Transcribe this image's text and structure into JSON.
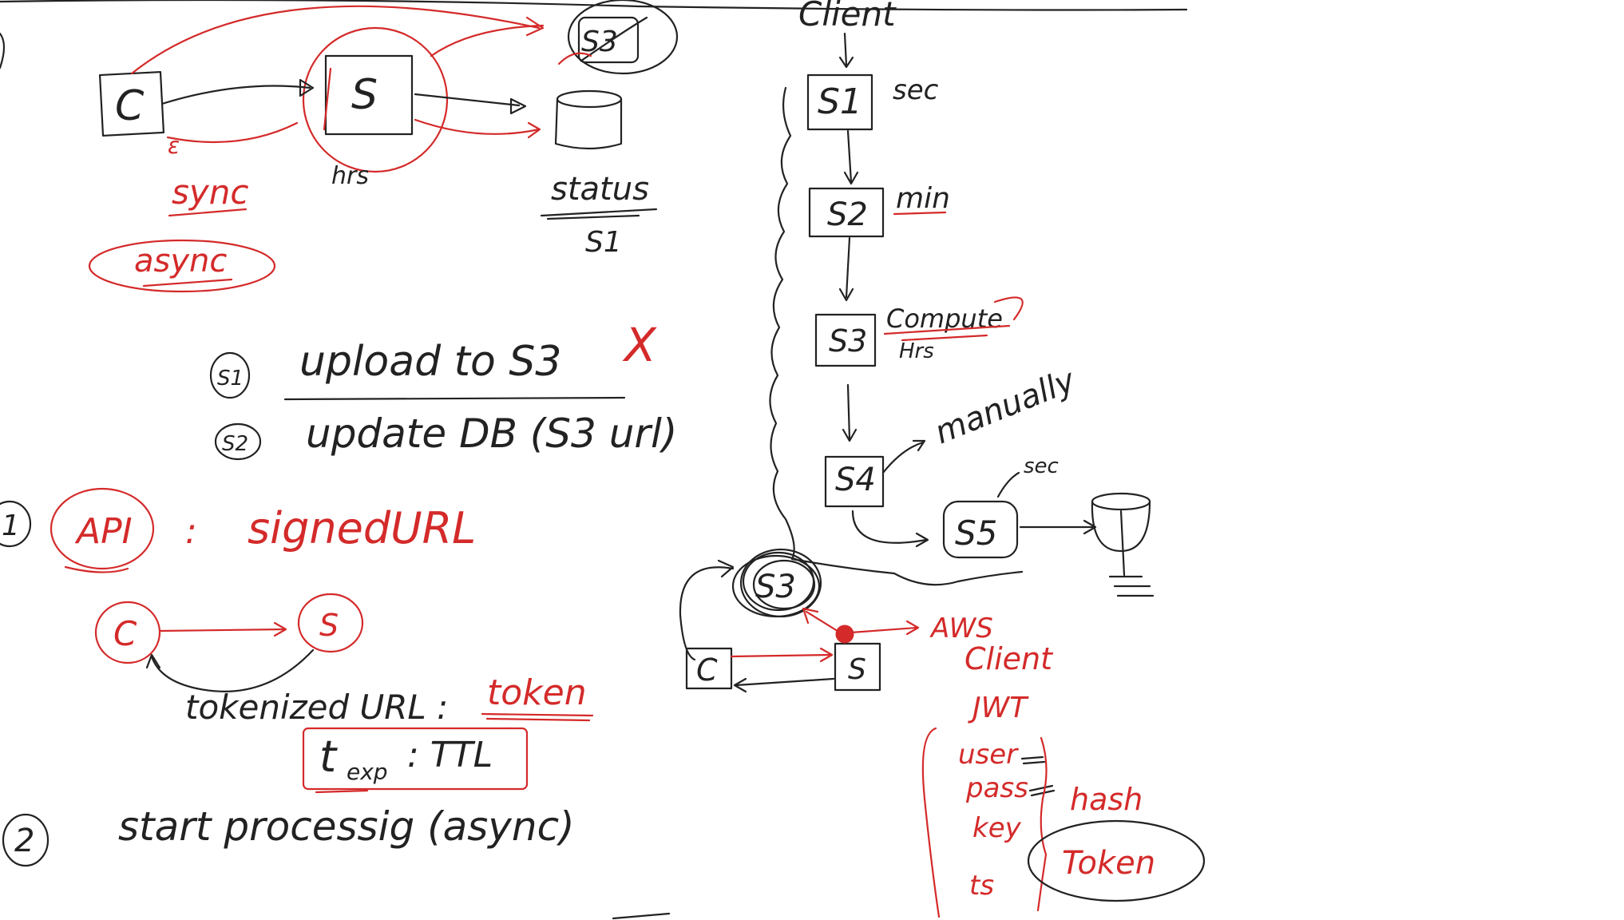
{
  "colors": {
    "black_ink": "#222222",
    "red_ink": "#d42a2a",
    "background": "#ffffff"
  },
  "top_left": {
    "client": "C",
    "server": "S",
    "storage": "S3",
    "hours": "hrs",
    "status": "status",
    "status_sub": "S1",
    "sync": "sync",
    "async": "async"
  },
  "steps": {
    "s1_badge": "S1",
    "s1_text": "upload to S3",
    "s1_mark": "X",
    "s2_badge": "S2",
    "s2_text": "update DB (S3 url)"
  },
  "api": {
    "badge": "1",
    "label": "API",
    "colon": ":",
    "signed_url": "signedURL",
    "client": "C",
    "server": "S",
    "tokenized_url": "tokenized URL :",
    "token": "token",
    "t_exp": "t",
    "t_exp_sub": "exp",
    "ttl": ": TTL"
  },
  "step2": {
    "badge": "2",
    "text": "start processig (async)"
  },
  "pipeline": {
    "client": "Client",
    "s1": "S1",
    "s1_note": "sec",
    "s2": "S2",
    "s2_note": "min",
    "s3": "S3",
    "s3_note": "Compute",
    "s3_note2": "Hrs",
    "s4": "S4",
    "s4_note": "manually",
    "s5": "S5",
    "s5_note": "sec"
  },
  "bottom_right": {
    "s3": "S3",
    "client": "C",
    "server": "S",
    "aws_client": "AWS",
    "aws_client2": "Client",
    "jwt": "JWT",
    "fields": [
      "user",
      "pass",
      "key",
      "ts"
    ],
    "hash": "hash",
    "token": "Token"
  }
}
